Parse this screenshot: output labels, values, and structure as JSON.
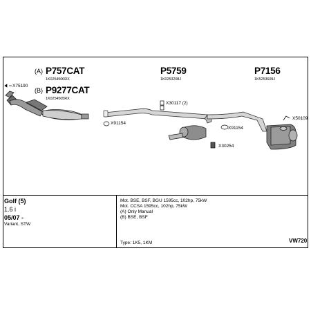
{
  "parts": {
    "p1_variant": "(A)",
    "p1_number": "P757CAT",
    "p1_oe": "1K0254500RX",
    "p2_variant": "(B)",
    "p2_number": "P9277CAT",
    "p2_oe": "1K0254505RX",
    "p3_number": "P5759",
    "p3_oe": "1K0253208J",
    "p4_number": "P7156",
    "p4_oe": "1K5253609J"
  },
  "accessories": {
    "x75190": "X75190",
    "x30117": "X30117 (2)",
    "x91154_left": "X91154",
    "x91154_right": "X91154",
    "x50109": "X50109",
    "x30254": "X30254"
  },
  "vehicle": {
    "model": "Golf (5)",
    "engine": "1.6 i",
    "year": "05/07 -",
    "body": "Variant, STW"
  },
  "notes": {
    "line1": "Mot. BSE, BSF, BGU 1595cc, 102hp, 75kW",
    "line2": "Mot. CCSA 1595cc, 102hp, 75kW",
    "line3": "(A) Only Manual",
    "line4": "(B) BSE, BSF",
    "type_line": "Type: 1K5, 1KM",
    "ref": "VW720"
  }
}
